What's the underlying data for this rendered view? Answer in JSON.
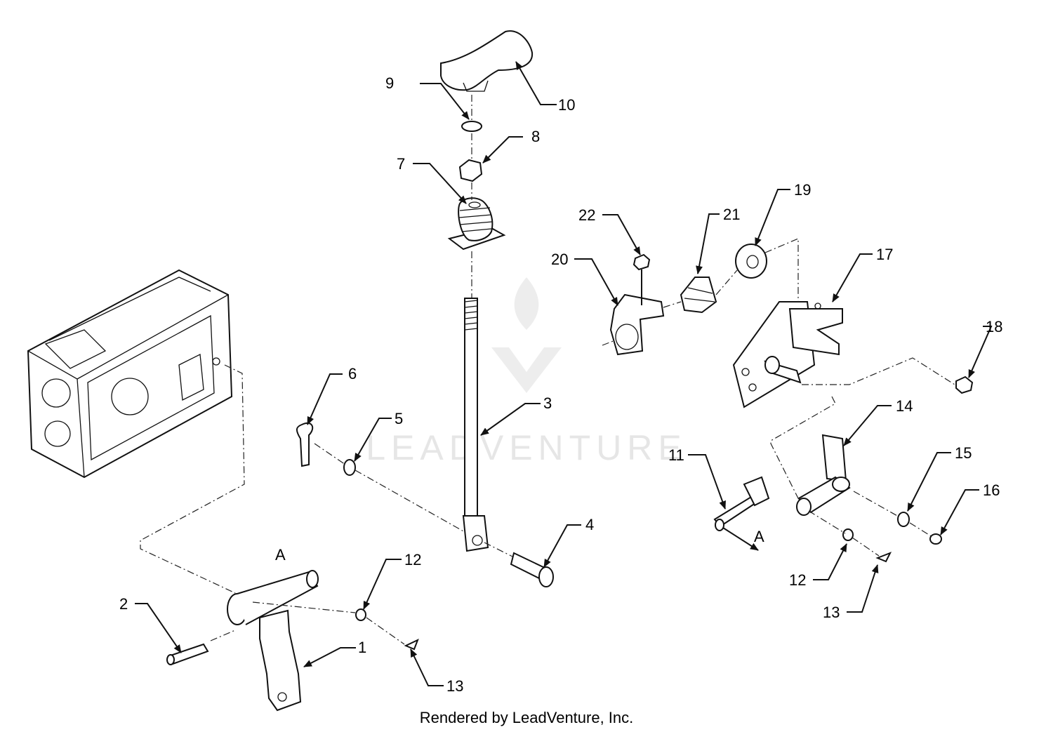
{
  "watermark": "LEADVENTURE",
  "footer": "Rendered by LeadVenture, Inc.",
  "section_marks": {
    "left": "A",
    "right": "A"
  },
  "callouts": [
    {
      "id": "1",
      "label": "1"
    },
    {
      "id": "2",
      "label": "2"
    },
    {
      "id": "3",
      "label": "3"
    },
    {
      "id": "4",
      "label": "4"
    },
    {
      "id": "5",
      "label": "5"
    },
    {
      "id": "6",
      "label": "6"
    },
    {
      "id": "7",
      "label": "7"
    },
    {
      "id": "8",
      "label": "8"
    },
    {
      "id": "9",
      "label": "9"
    },
    {
      "id": "10",
      "label": "10"
    },
    {
      "id": "11",
      "label": "11"
    },
    {
      "id": "12a",
      "label": "12"
    },
    {
      "id": "12b",
      "label": "12"
    },
    {
      "id": "13a",
      "label": "13"
    },
    {
      "id": "13b",
      "label": "13"
    },
    {
      "id": "14",
      "label": "14"
    },
    {
      "id": "15",
      "label": "15"
    },
    {
      "id": "16",
      "label": "16"
    },
    {
      "id": "17",
      "label": "17"
    },
    {
      "id": "18",
      "label": "18"
    },
    {
      "id": "19",
      "label": "19"
    },
    {
      "id": "20",
      "label": "20"
    },
    {
      "id": "21",
      "label": "21"
    },
    {
      "id": "22",
      "label": "22"
    }
  ]
}
